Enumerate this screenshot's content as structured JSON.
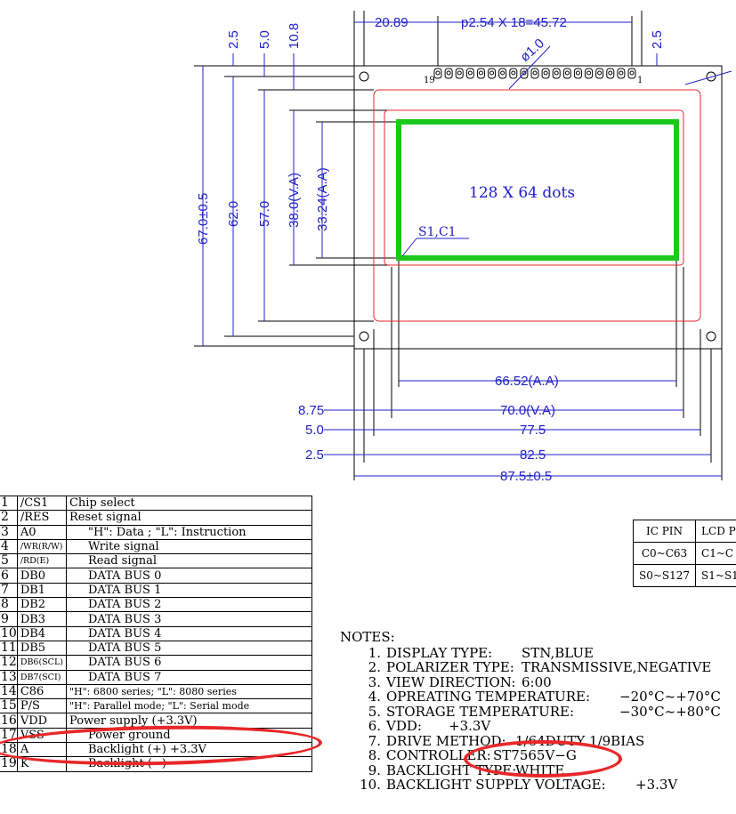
{
  "drawing": {
    "dimensions": {
      "top_2_5_left": "2.5",
      "top_5_0": "5.0",
      "top_10_8": "10.8",
      "top_20_89": "20.89",
      "top_pitch": "p2.54 X 18=45.72",
      "top_2_5_right": "2.5",
      "hole_dia": "ø1.0",
      "v_67": "67.0±0.5",
      "v_62": "62.0",
      "v_57": "57.0",
      "v_38": "38.0(V.A)",
      "v_33": "33.24(A.A)",
      "h_66": "66.52(A.A)",
      "h_8_75": "8.75",
      "h_70": "70.0(V.A)",
      "h_5_0": "5.0",
      "h_77": "77.5",
      "h_2_5": "2.5",
      "h_82": "82.5",
      "h_87": "87.5±0.5"
    },
    "pin_first_label": "19",
    "pin_last_label": "1",
    "display_label": "128 X 64 dots",
    "origin_label": "S1,C1"
  },
  "pin_table": [
    {
      "num": "1",
      "symbol": "/CS1",
      "function": "Chip select",
      "indent": false
    },
    {
      "num": "2",
      "symbol": "/RES",
      "function": "Reset signal",
      "indent": false
    },
    {
      "num": "3",
      "symbol": "A0",
      "function": "\"H\": Data ; \"L\": Instruction",
      "indent": true
    },
    {
      "num": "4",
      "symbol": "/WR(R/W)",
      "function": "Write signal",
      "indent": true
    },
    {
      "num": "5",
      "symbol": "/RD(E)",
      "function": "Read signal",
      "indent": true
    },
    {
      "num": "6",
      "symbol": "DB0",
      "function": "DATA BUS 0",
      "indent": true
    },
    {
      "num": "7",
      "symbol": "DB1",
      "function": "DATA BUS 1",
      "indent": true
    },
    {
      "num": "8",
      "symbol": "DB2",
      "function": "DATA BUS 2",
      "indent": true
    },
    {
      "num": "9",
      "symbol": "DB3",
      "function": "DATA BUS 3",
      "indent": true
    },
    {
      "num": "10",
      "symbol": "DB4",
      "function": "DATA BUS 4",
      "indent": true
    },
    {
      "num": "11",
      "symbol": "DB5",
      "function": "DATA BUS 5",
      "indent": true
    },
    {
      "num": "12",
      "symbol": "DB6(SCL)",
      "function": "DATA BUS 6",
      "indent": true
    },
    {
      "num": "13",
      "symbol": "DB7(SCI)",
      "function": "DATA BUS 7",
      "indent": true
    },
    {
      "num": "14",
      "symbol": "C86",
      "function": "\"H\": 6800 series; \"L\": 8080 series",
      "indent": false
    },
    {
      "num": "15",
      "symbol": "P/S",
      "function": "\"H\": Parallel mode; \"L\": Serial mode",
      "indent": false
    },
    {
      "num": "16",
      "symbol": "VDD",
      "function": "Power supply (+3.3V)",
      "indent": false
    },
    {
      "num": "17",
      "symbol": "VSS",
      "function": "Power ground",
      "indent": true
    },
    {
      "num": "18",
      "symbol": "A",
      "function": "Backlight (+) +3.3V",
      "indent": true
    },
    {
      "num": "19",
      "symbol": "K",
      "function": "Backlight (−)",
      "indent": true
    }
  ],
  "ic_map": {
    "headers": [
      "IC PIN",
      "LCD P"
    ],
    "rows": [
      [
        "C0~C63",
        "C1~C"
      ],
      [
        "S0~S127",
        "S1~S1"
      ]
    ]
  },
  "notes": {
    "title": "NOTES:",
    "items": [
      {
        "num": "1.",
        "label": "DISPLAY TYPE:",
        "value": "STN,BLUE"
      },
      {
        "num": "2.",
        "label": "POLARIZER TYPE:",
        "value": "TRANSMISSIVE,NEGATIVE"
      },
      {
        "num": "3.",
        "label": "VIEW DIRECTION:",
        "value": "6:00"
      },
      {
        "num": "4.",
        "label": "OPREATING TEMPERATURE:",
        "value": "−20°C~+70°C"
      },
      {
        "num": "5.",
        "label": "STORAGE TEMPERATURE:",
        "value": "−30°C~+80°C"
      },
      {
        "num": "6.",
        "label": "VDD:",
        "value": "+3.3V"
      },
      {
        "num": "7.",
        "label": "DRIVE METHOD:",
        "value": "1/64DUTY 1/9BIAS"
      },
      {
        "num": "8.",
        "label": "CONTROLLER:",
        "value": "ST7565V−G"
      },
      {
        "num": "9.",
        "label": "BACKLIGHT TYPE:",
        "value": "WHITE"
      },
      {
        "num": "10.",
        "label": "BACKLIGHT SUPPLY VOLTAGE:",
        "value": "+3.3V"
      }
    ]
  },
  "colors": {
    "dimension_blue": "#2020c8",
    "outline_red": "#e8282a",
    "active_area_green": "#1cc81c",
    "highlight_red": "#e8282a"
  }
}
